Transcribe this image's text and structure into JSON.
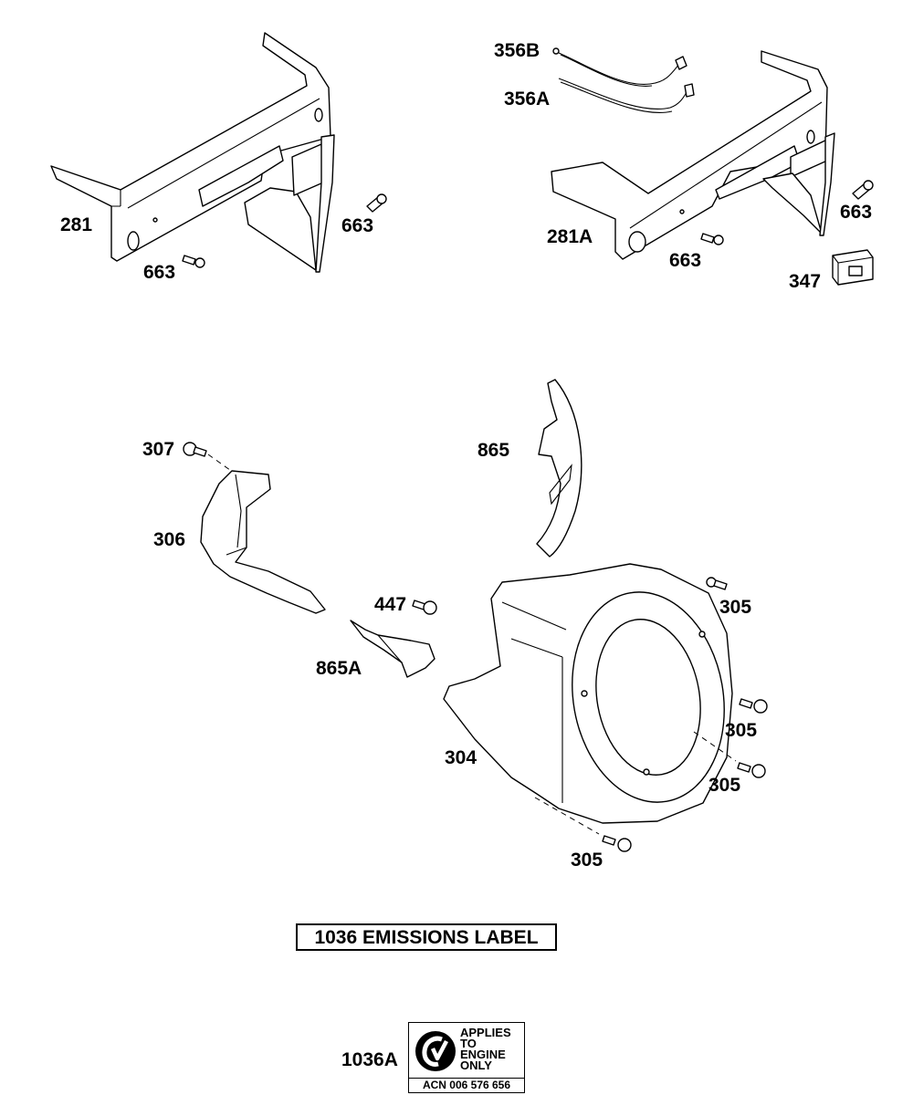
{
  "callouts": {
    "c281": "281",
    "c663_left_a": "663",
    "c663_left_b": "663",
    "c356b": "356B",
    "c356a": "356A",
    "c281a": "281A",
    "c663_right_a": "663",
    "c663_right_b": "663",
    "c347": "347",
    "c307": "307",
    "c306": "306",
    "c865": "865",
    "c447": "447",
    "c865a": "865A",
    "c305_a": "305",
    "c305_b": "305",
    "c305_c": "305",
    "c305_d": "305",
    "c304": "304",
    "c1036a": "1036A"
  },
  "emissions_box": "1036 EMISSIONS LABEL",
  "label_1036a": {
    "text": "APPLIES\nTO\nENGINE\nONLY",
    "acn": "ACN 006 576 656"
  }
}
